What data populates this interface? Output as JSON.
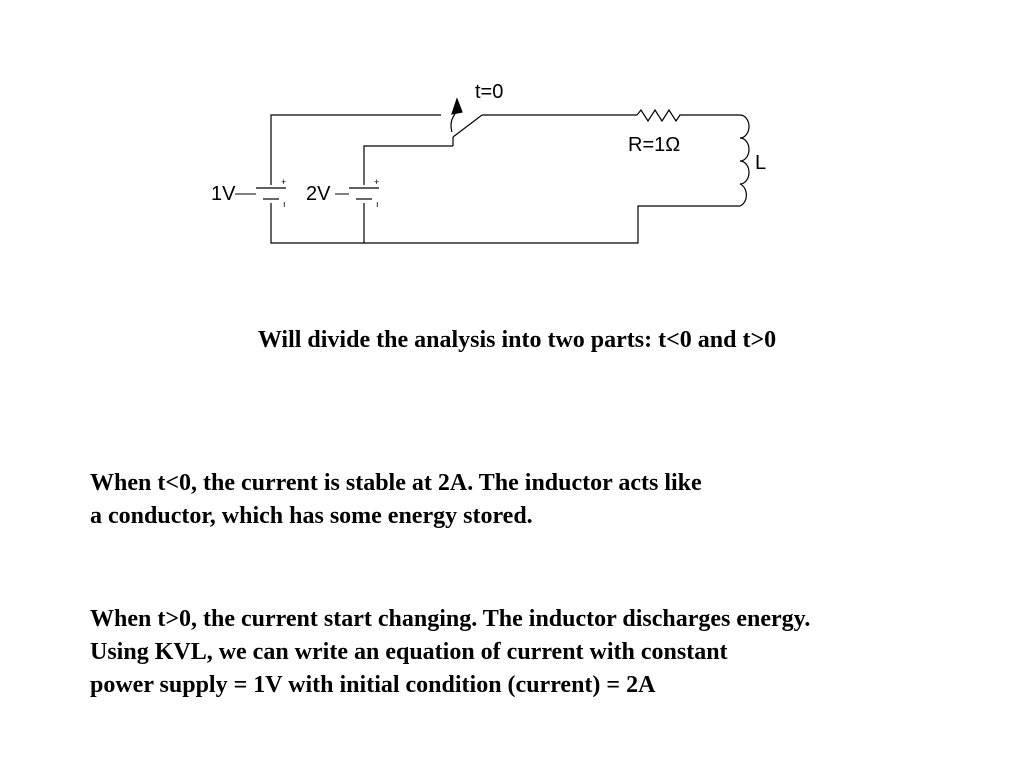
{
  "circuit": {
    "switch_label": "t=0",
    "resistor_label": "R=1Ω",
    "inductor_label": "L",
    "source1_label": "1V",
    "source2_label": "2V",
    "plus_sign": "+",
    "minus_sign": "ı"
  },
  "text": {
    "heading": "Will divide the analysis into two parts: t<0 and t>0",
    "paragraph1": [
      "When t<0, the current is stable at 2A. The inductor acts like",
      "a conductor, which has some energy stored."
    ],
    "paragraph2": [
      "When t>0, the current start changing. The inductor discharges energy.",
      "Using KVL, we can write an equation of current with constant",
      "power supply = 1V with initial condition (current) = 2A"
    ]
  }
}
